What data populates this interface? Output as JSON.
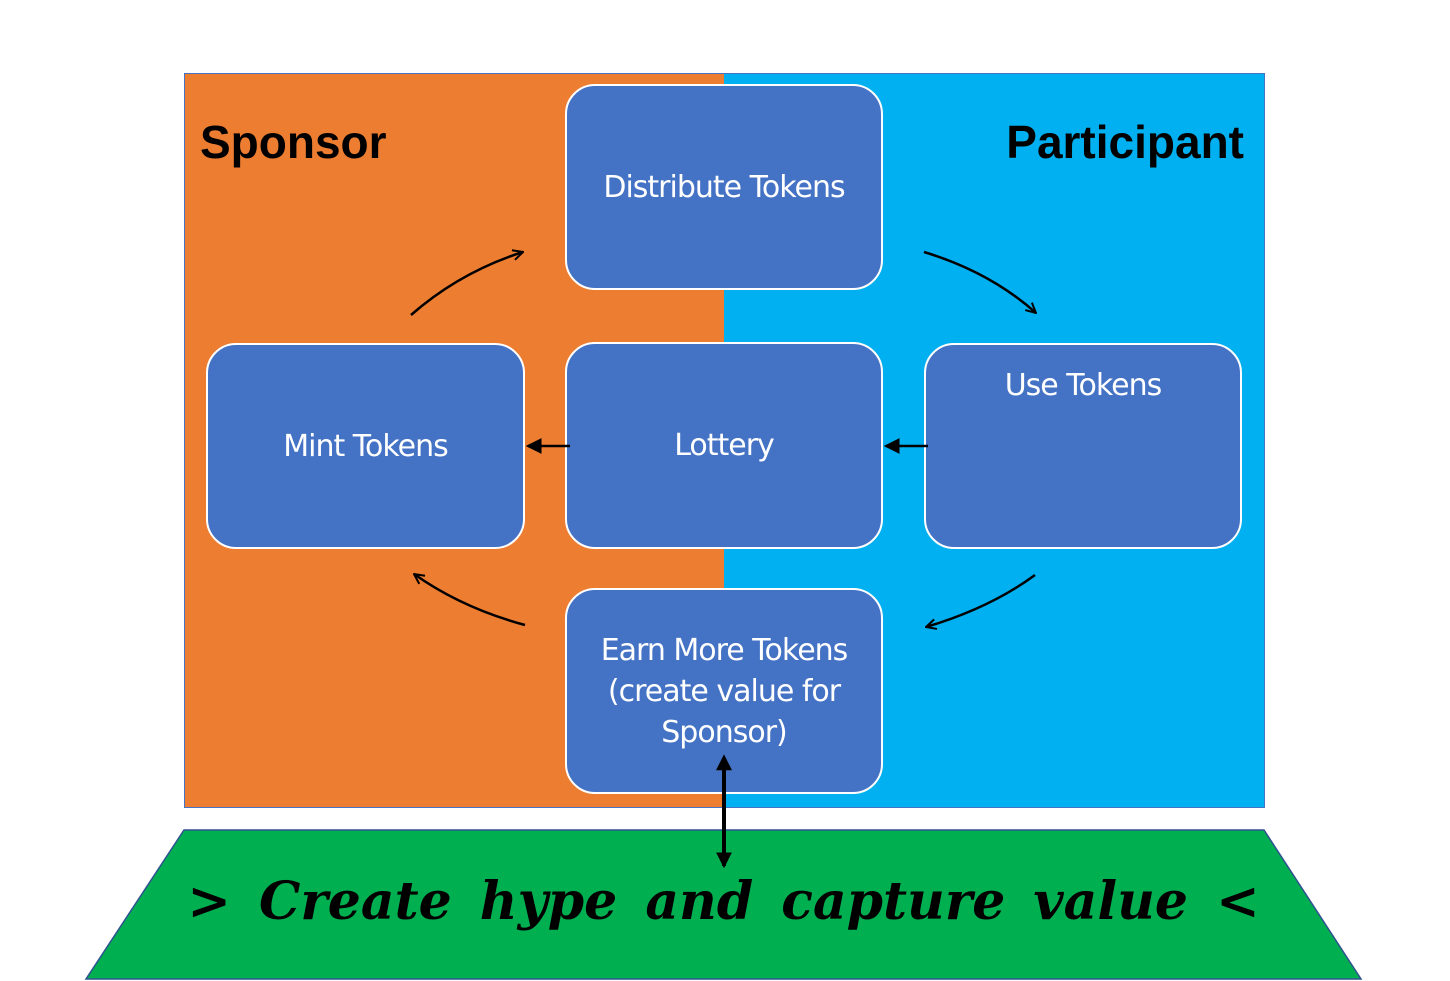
{
  "diagram": {
    "sponsor_label": "Sponsor",
    "participant_label": "Participant",
    "nodes": {
      "distribute": "Distribute Tokens",
      "mint": "Mint Tokens",
      "lottery": "Lottery",
      "use": "Use Tokens",
      "earn": "Earn More Tokens\n(create value for\nSponsor)"
    },
    "banner": "> Create hype and capture value <"
  },
  "colors": {
    "sponsor_bg": "#ED7D31",
    "participant_bg": "#00B0F0",
    "node_fill": "#4472C4",
    "banner_fill": "#00B050"
  }
}
